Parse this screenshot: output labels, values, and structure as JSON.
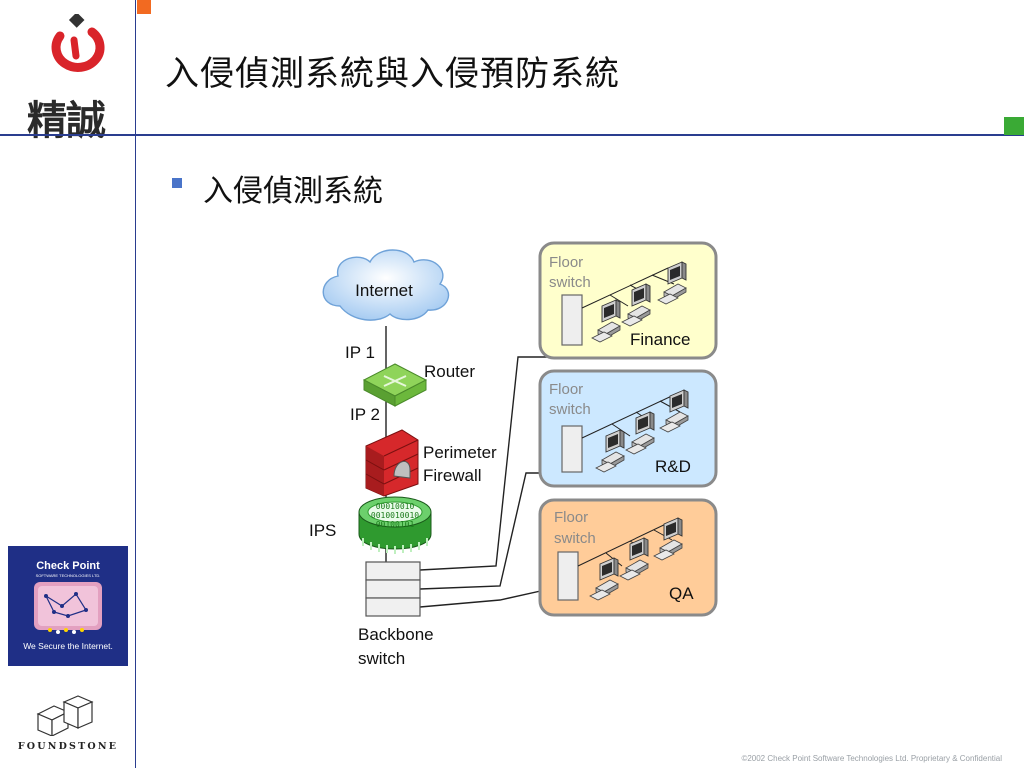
{
  "slide": {
    "title": "入侵偵測系統與入侵預防系統",
    "bullet": "入侵偵測系統",
    "footer": "©2002 Check Point Software Technologies Ltd. Proprietary & Confidential"
  },
  "logos": {
    "company_text": "精誠",
    "checkpoint_name": "Check Point",
    "checkpoint_sub": "SOFTWARE TECHNOLOGIES LTD.",
    "checkpoint_tagline": "We Secure the Internet.",
    "foundstone": "FOUNDSTONE"
  },
  "diagram": {
    "internet": "Internet",
    "ip1": "IP 1",
    "router": "Router",
    "ip2": "IP 2",
    "firewall_line1": "Perimeter",
    "firewall_line2": "Firewall",
    "ips": "IPS",
    "ips_binary": [
      "00010010",
      "0010010010",
      "00100101"
    ],
    "backbone_line1": "Backbone",
    "backbone_line2": "switch",
    "segments": [
      {
        "floor_line1": "Floor",
        "floor_line2": "switch",
        "dept": "Finance",
        "color": "#ffffcc"
      },
      {
        "floor_line1": "Floor",
        "floor_line2": "switch",
        "dept": "R&D",
        "color": "#cce8ff"
      },
      {
        "floor_line1": "Floor",
        "floor_line2": "switch",
        "dept": "QA",
        "color": "#ffcc99"
      }
    ]
  },
  "colors": {
    "brand_blue": "#2a3d8f",
    "accent_orange": "#f26a21",
    "accent_green": "#3aaa35",
    "router_green": "#7ac943",
    "firewall_red": "#d6282b",
    "ips_green": "#3fae3f"
  }
}
